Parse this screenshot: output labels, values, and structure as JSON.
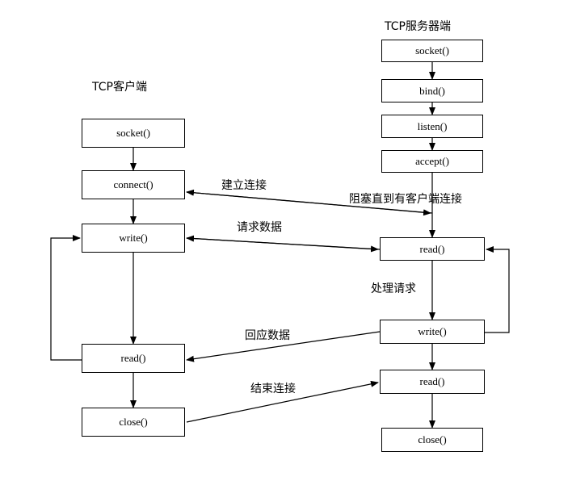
{
  "client": {
    "title": "TCP客户端",
    "socket": "socket()",
    "connect": "connect()",
    "write": "write()",
    "read": "read()",
    "close": "close()"
  },
  "server": {
    "title": "TCP服务器端",
    "socket": "socket()",
    "bind": "bind()",
    "listen": "listen()",
    "accept": "accept()",
    "read": "read()",
    "write": "write()",
    "read2": "read()",
    "close": "close()"
  },
  "labels": {
    "establish": "建立连接",
    "block": "阻塞直到有客户端连接",
    "request": "请求数据",
    "process": "处理请求",
    "reply": "回应数据",
    "finish": "结束连接"
  }
}
